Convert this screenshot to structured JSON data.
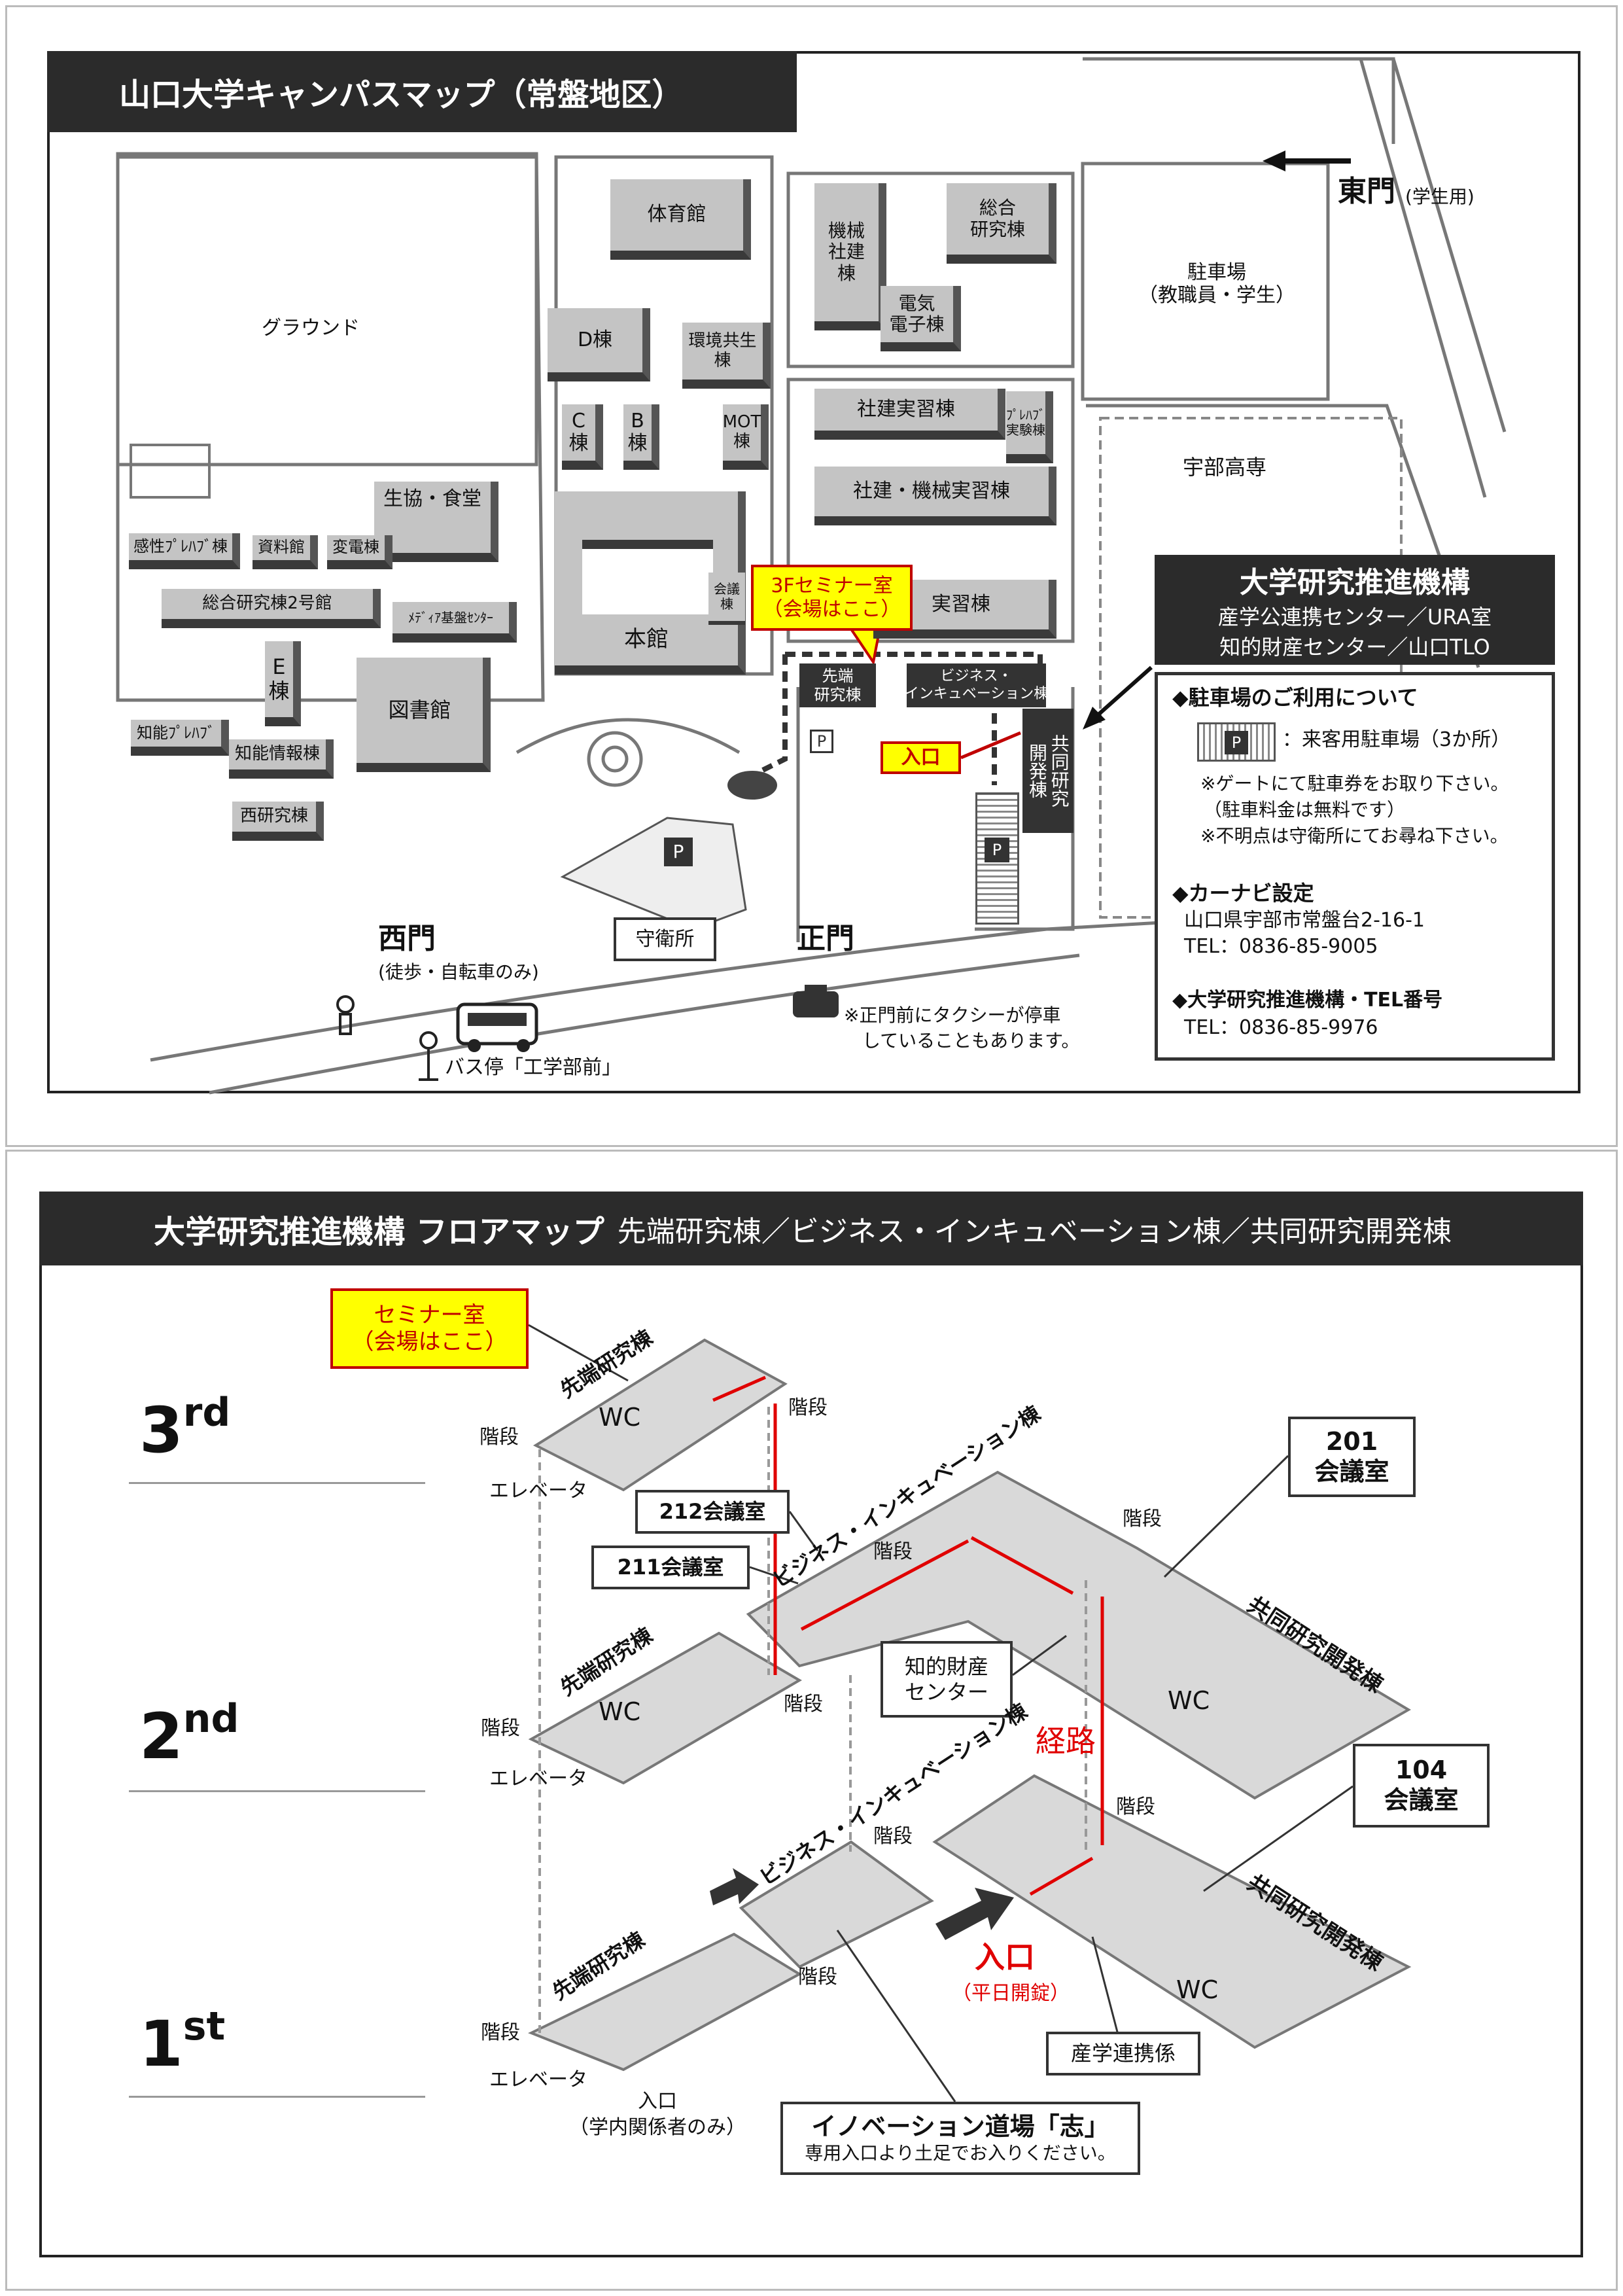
{
  "campus_map": {
    "title": "山口大学キャンパスマップ（常盤地区）",
    "buildings": {
      "gym": "体育館",
      "mech": "機械\n社建\n棟",
      "general_research": "総合\n研究棟",
      "electric": "電気\n電子棟",
      "parking_staff": "駐車場\n（教職員・学生）",
      "ground": "グラウンド",
      "d": "D棟",
      "env": "環境共生\n棟",
      "c": "C\n棟",
      "b": "B\n棟",
      "mot": "MOT\n棟",
      "shaken_jisshu": "社建実習棟",
      "prefab_lab": "ﾌﾟﾚﾊﾌﾞ\n実験棟",
      "shaken_kikai": "社建・機械実習棟",
      "kikai_jisshu": "実習棟",
      "coop": "生協・食堂",
      "kansei": "感性ﾌﾟﾚﾊﾌﾞ棟",
      "archives": "資料館",
      "substation": "変電棟",
      "general2": "総合研究棟2号館",
      "media": "ﾒﾃﾞｨｱ基盤ｾﾝﾀｰ",
      "e": "E\n棟",
      "library": "図書館",
      "chino_prefab": "知能ﾌﾟﾚﾊﾌﾞ",
      "chino": "知能情報棟",
      "west_research": "西研究棟",
      "honkan": "本館",
      "kaigi": "会議\n棟",
      "sentan": "先端\n研究棟",
      "business": "ビジネス・\nインキュベーション棟",
      "kyodo": "共同研究\n開発棟",
      "ube_kosen": "宇部高専",
      "guard": "守衛所"
    },
    "seminar_callout": "3Fセミナー室\n（会場はここ）",
    "entrance": "入口",
    "parking_mark": "P",
    "east_gate": "東門",
    "east_gate_note": "(学生用)",
    "west_gate": "西門",
    "west_gate_note": "(徒歩・自転車のみ)",
    "main_gate": "正門",
    "taxi_note": "※正門前にタクシーが停車\n　していることもあります。",
    "bus_stop": "バス停「工学部前」",
    "org_box": {
      "title": "大学研究推進機構",
      "line1": "産学公連携センター／URA室",
      "line2": "知的財産センター／山口TLO"
    },
    "info": {
      "parking_title": "◆駐車場のご利用について",
      "parking_desc": "：来客用駐車場（3か所）",
      "parking_note1": "※ゲートにて駐車券をお取り下さい。",
      "parking_note2": "（駐車料金は無料です）",
      "parking_note3": "※不明点は守衛所にてお尋ね下さい。",
      "navi_title": "◆カーナビ設定",
      "navi_address": "山口県宇部市常盤台2-16-1",
      "navi_tel": "TEL：0836-85-9005",
      "org_tel_title": "◆大学研究推進機構・TEL番号",
      "org_tel": "TEL：0836-85-9976"
    }
  },
  "floor_map": {
    "title": "大学研究推進機構 フロアマップ",
    "subtitle": "先端研究棟／ビジネス・インキュベーション棟／共同研究開発棟",
    "floors": [
      {
        "num": "3",
        "suffix": "rd"
      },
      {
        "num": "2",
        "suffix": "nd"
      },
      {
        "num": "1",
        "suffix": "st"
      }
    ],
    "sentan": "先端研究棟",
    "business": "ビジネス・インキュベーション棟",
    "kyodo": "共同研究開発棟",
    "wc": "WC",
    "stairs": "階段",
    "elevator": "エレベータ",
    "seminar": "セミナー室\n（会場はここ）",
    "room212": "212会議室",
    "room211": "211会議室",
    "room201": "201\n会議室",
    "room104": "104\n会議室",
    "ip_center": "知的財産\nセンター",
    "route": "経路",
    "entrance": "入口",
    "entrance_note": "（平日開錠）",
    "sangaku": "産学連携係",
    "side_entrance": "入口",
    "side_entrance_note": "（学内関係者のみ）",
    "dojo_title": "イノベーション道場「志」",
    "dojo_note": "専用入口より土足でお入りください。"
  },
  "colors": {
    "accent_red": "#c00000",
    "callout_yellow": "#ffff00",
    "header_dark": "#2b2b2b"
  }
}
